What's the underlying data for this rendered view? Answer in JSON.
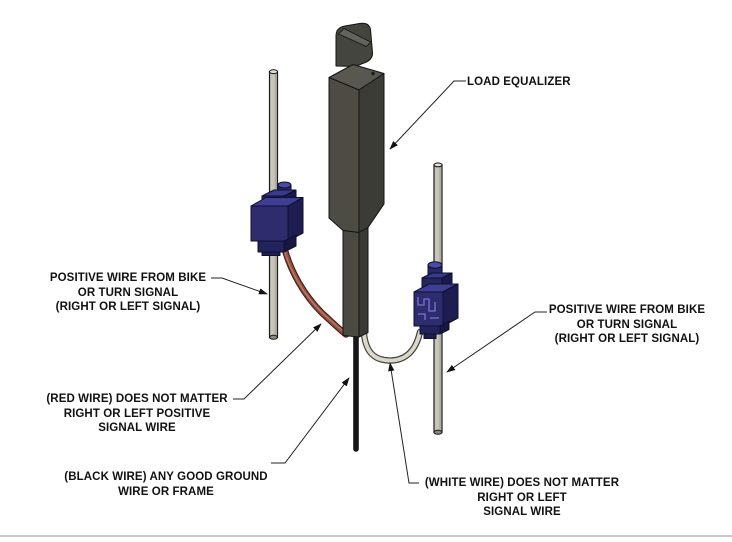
{
  "page": {
    "background": "#ffffff",
    "footer_line_color": "#cbcbcb"
  },
  "diagram": {
    "type": "load-equalizer-wiring-diagram",
    "labels": {
      "load_equalizer": {
        "text": "LOAD EQUALIZER"
      },
      "left_positive": {
        "text": "POSITIVE WIRE FROM BIKE\nOR TURN SIGNAL\n(RIGHT OR LEFT SIGNAL)"
      },
      "red_wire": {
        "text": "(RED WIRE) DOES NOT MATTER\nRIGHT OR LEFT POSITIVE\nSIGNAL WIRE"
      },
      "black_wire": {
        "text": "(BLACK WIRE) ANY GOOD GROUND\nWIRE OR FRAME"
      },
      "white_wire": {
        "text": "(WHITE WIRE) DOES NOT MATTER\nRIGHT OR LEFT\nSIGNAL WIRE"
      },
      "right_positive": {
        "text": "POSITIVE WIRE FROM BIKE\nOR TURN SIGNAL\n(RIGHT OR LEFT SIGNAL)"
      }
    },
    "colors": {
      "equalizer_front": "#4c4c45",
      "equalizer_side": "#3c3c36",
      "equalizer_top": "#585850",
      "connector_front": "#2d2d6e",
      "connector_side": "#1d1d52",
      "connector_top": "#3e3e94",
      "rod": "#c7c5b9",
      "red_wire": "#965040",
      "white_wire": "#d9d7c9",
      "black_wire": "#161616",
      "leader_line": "#222222",
      "label_text": "#111111"
    }
  }
}
